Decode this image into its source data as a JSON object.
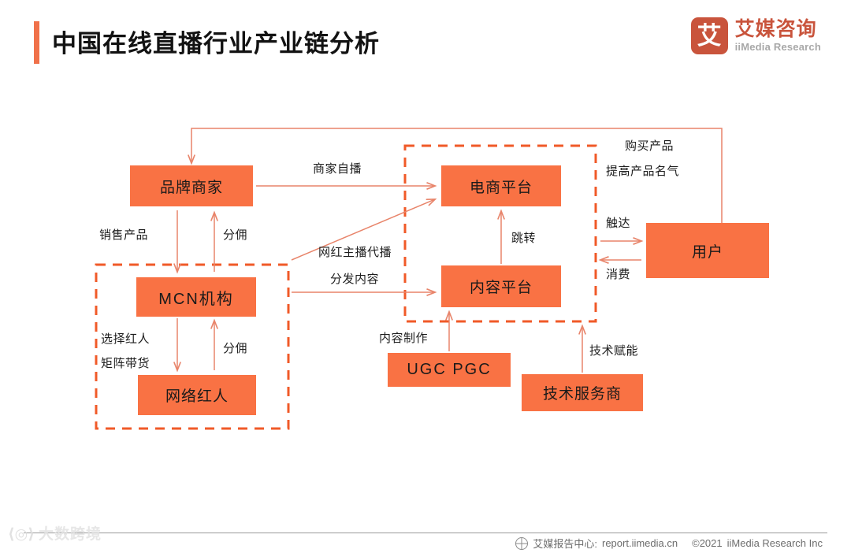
{
  "header": {
    "title": "中国在线直播行业产业链分析",
    "accent_color": "#F0714A",
    "logo": {
      "mark": "艾",
      "name_cn": "艾媒咨询",
      "name_en": "iiMedia Research",
      "color": "#C9543C"
    }
  },
  "diagram": {
    "node_color": "#F97244",
    "arrow_color": "#E8846A",
    "dashed_color": "#F05A28",
    "nodes": [
      {
        "id": "brand",
        "label": "品牌商家"
      },
      {
        "id": "mcn",
        "label": "MCN机构"
      },
      {
        "id": "influencer",
        "label": "网络红人"
      },
      {
        "id": "ecom",
        "label": "电商平台"
      },
      {
        "id": "content",
        "label": "内容平台"
      },
      {
        "id": "ugc",
        "label": "UGC  PGC"
      },
      {
        "id": "tech",
        "label": "技术服务商"
      },
      {
        "id": "user",
        "label": "用户"
      }
    ],
    "edge_labels": [
      {
        "id": "sales",
        "text": "销售产品"
      },
      {
        "id": "commission1",
        "text": "分佣"
      },
      {
        "id": "select",
        "text": "选择红人"
      },
      {
        "id": "matrix",
        "text": "矩阵带货"
      },
      {
        "id": "commission2",
        "text": "分佣"
      },
      {
        "id": "self-broadcast",
        "text": "商家自播"
      },
      {
        "id": "anchor-proxy",
        "text": "网红主播代播"
      },
      {
        "id": "distribute",
        "text": "分发内容"
      },
      {
        "id": "jump",
        "text": "跳转"
      },
      {
        "id": "content-make",
        "text": "内容制作"
      },
      {
        "id": "tech-empower",
        "text": "技术赋能"
      },
      {
        "id": "reach",
        "text": "触达"
      },
      {
        "id": "consume",
        "text": "消费"
      },
      {
        "id": "buy-product",
        "text": "购买产品"
      },
      {
        "id": "raise-fame",
        "text": "提高产品名气"
      }
    ]
  },
  "footer": {
    "watermark": "大数跨境",
    "watermark_mark": "⟨◎⟩",
    "source_label": "艾媒报告中心:",
    "source_url": "report.iimedia.cn",
    "copyright": "©2021",
    "company": "iiMedia Research  Inc"
  }
}
